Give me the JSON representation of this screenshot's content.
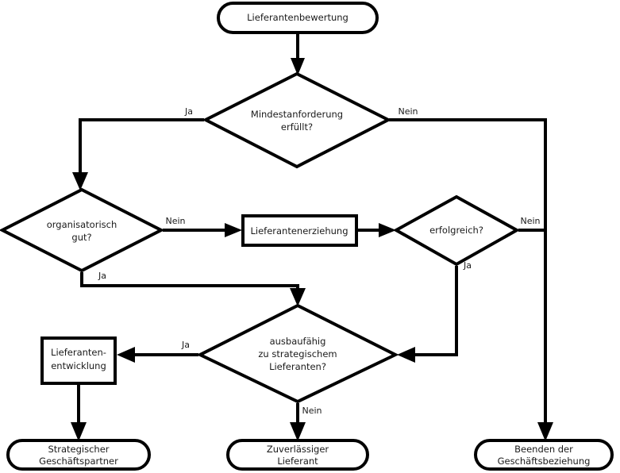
{
  "diagram": {
    "title": "Lieferantenbewertung Flussdiagramm",
    "language": "de",
    "colors": {
      "stroke": "#000000",
      "fill": "#ffffff",
      "text": "#1a1a1a"
    },
    "nodes": {
      "start": {
        "type": "terminator",
        "label": "Lieferantenbewertung"
      },
      "d1": {
        "type": "decision",
        "line1": "Mindestanforderung",
        "line2": "erfüllt?"
      },
      "d2": {
        "type": "decision",
        "line1": "organisatorisch",
        "line2": "gut?"
      },
      "p1": {
        "type": "process",
        "label": "Lieferantenerziehung"
      },
      "d3": {
        "type": "decision",
        "line1": "erfolgreich?"
      },
      "d4": {
        "type": "decision",
        "line1": "ausbaufähig",
        "line2": "zu strategischem",
        "line3": "Lieferanten?"
      },
      "p2": {
        "type": "process",
        "line1": "Lieferanten-",
        "line2": "entwicklung"
      },
      "end1": {
        "type": "terminator",
        "line1": "Strategischer",
        "line2": "Geschäftspartner"
      },
      "end2": {
        "type": "terminator",
        "line1": "Zuverlässiger",
        "line2": "Lieferant"
      },
      "end3": {
        "type": "terminator",
        "line1": "Beenden der",
        "line2": "Geschäftsbeziehung"
      }
    },
    "edge_labels": {
      "d1_yes": "Ja",
      "d1_no": "Nein",
      "d2_no": "Nein",
      "d2_yes": "Ja",
      "d3_no": "Nein",
      "d3_yes": "Ja",
      "d4_yes": "Ja",
      "d4_no": "Nein"
    }
  }
}
